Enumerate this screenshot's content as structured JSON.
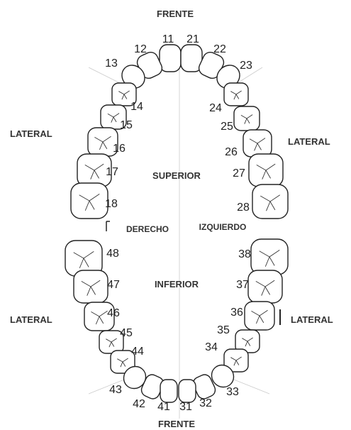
{
  "labels": {
    "top": "FRENTE",
    "bottom": "FRENTE",
    "left_upper": "LATERAL",
    "right_upper": "LATERAL",
    "left_lower": "LATERAL",
    "right_lower": "LATERAL",
    "superior": "SUPERIOR",
    "inferior": "INFERIOR",
    "derecho": "DERECHO",
    "izquierdo": "IZQUIERDO"
  },
  "teeth": {
    "upper_right": [
      "11",
      "12",
      "13",
      "14",
      "15",
      "16",
      "17",
      "18"
    ],
    "upper_left": [
      "21",
      "22",
      "23",
      "24",
      "25",
      "26",
      "27",
      "28"
    ],
    "lower_right": [
      "48",
      "47",
      "46",
      "45",
      "44",
      "43",
      "42",
      "41"
    ],
    "lower_left": [
      "38",
      "37",
      "36",
      "35",
      "34",
      "33",
      "32",
      "31"
    ]
  }
}
